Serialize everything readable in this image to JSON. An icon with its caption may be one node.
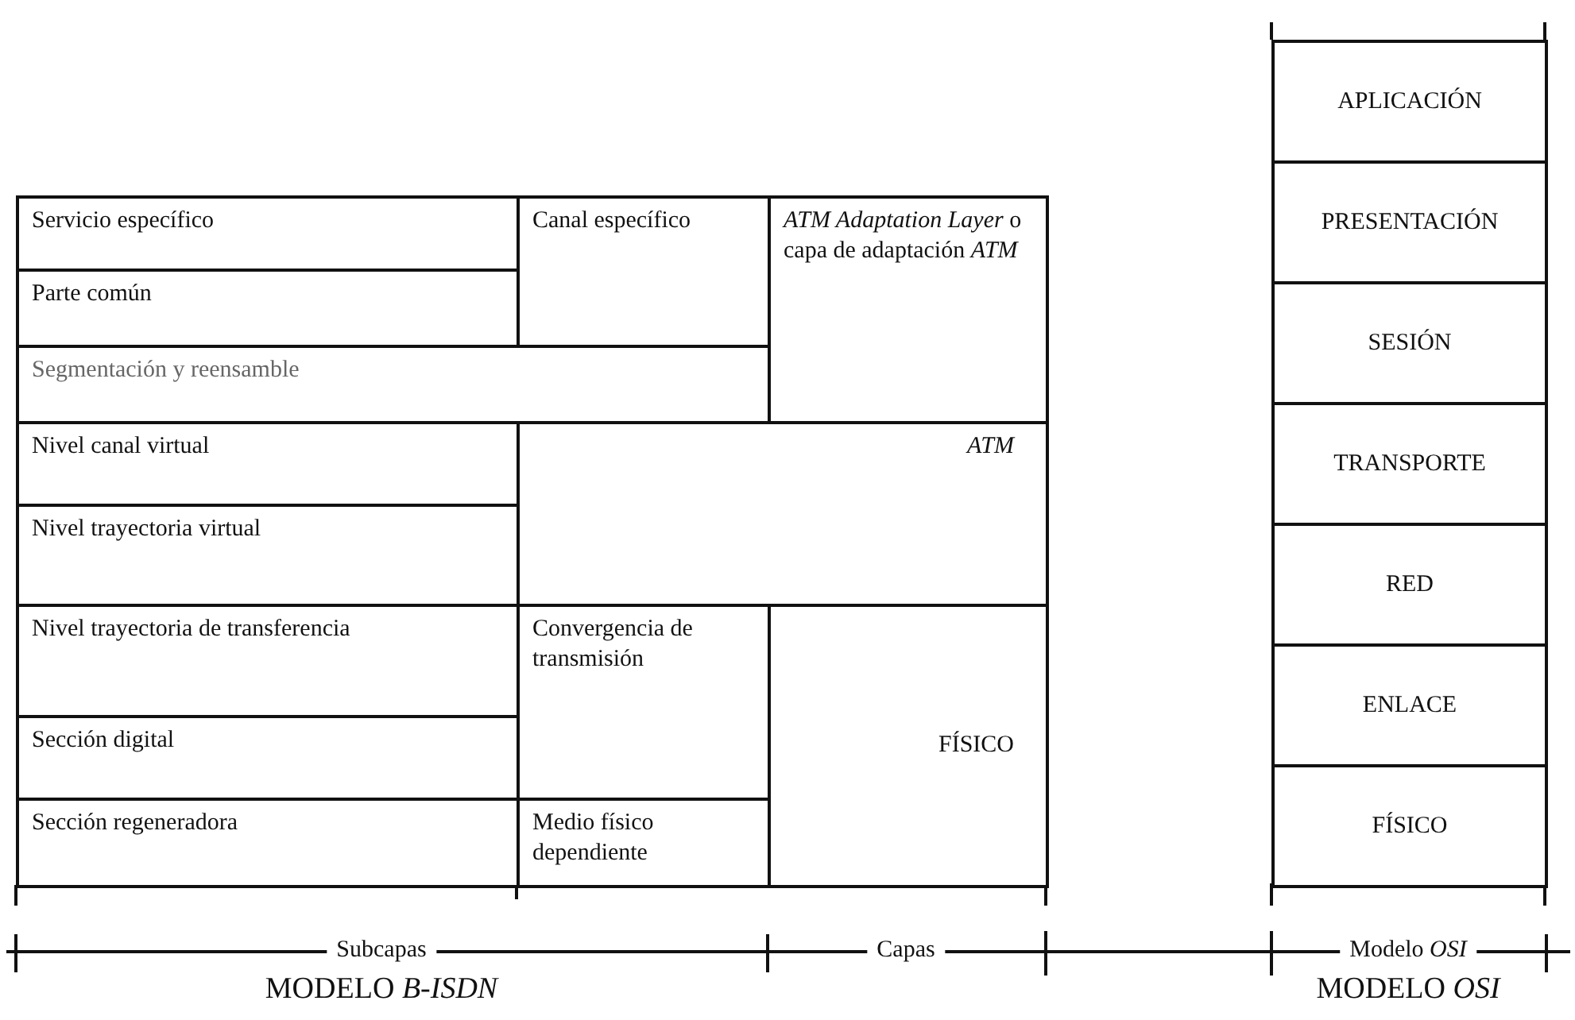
{
  "diagram": {
    "nodes": [
      {
        "text": [
          "Servicio específico"
        ]
      },
      {
        "text": [
          "Canal específico"
        ]
      },
      {
        "text": [
          "*ATM Adaptation Layer* o capa de adaptación *ATM*"
        ]
      },
      {
        "text": [
          "Parte común"
        ]
      },
      {
        "text": [
          "Segmentación y reensamble"
        ]
      },
      {
        "text": [
          "Nivel canal virtual"
        ]
      },
      {
        "text": [
          "ATM"
        ]
      },
      {
        "text": [
          "Nivel trayectoria virtual"
        ]
      },
      {
        "text": [
          "Nivel trayectoria de transferencia"
        ]
      },
      {
        "text": [
          "Convergencia de transmisión"
        ]
      },
      {
        "text": [
          "FÍSICO"
        ]
      },
      {
        "text": [
          "Sección digital"
        ]
      },
      {
        "text": [
          "Sección regeneradora"
        ]
      },
      {
        "text": [
          "Medio físico dependiente"
        ]
      },
      {
        "text": [
          "APLICACIÓN"
        ]
      },
      {
        "text": [
          "PRESENTACIÓN"
        ]
      },
      {
        "text": [
          "SESIÓN"
        ]
      },
      {
        "text": [
          "TRANSPORTE"
        ]
      },
      {
        "text": [
          "RED"
        ]
      },
      {
        "text": [
          "ENLACE"
        ]
      },
      {
        "text": [
          "FÍSICO"
        ]
      }
    ],
    "edges": [],
    "labels": [
      "Subcapas",
      "Capas",
      "Modelo *OSI*",
      "MODELO *B-ISDN*",
      "MODELO *OSI*"
    ]
  }
}
